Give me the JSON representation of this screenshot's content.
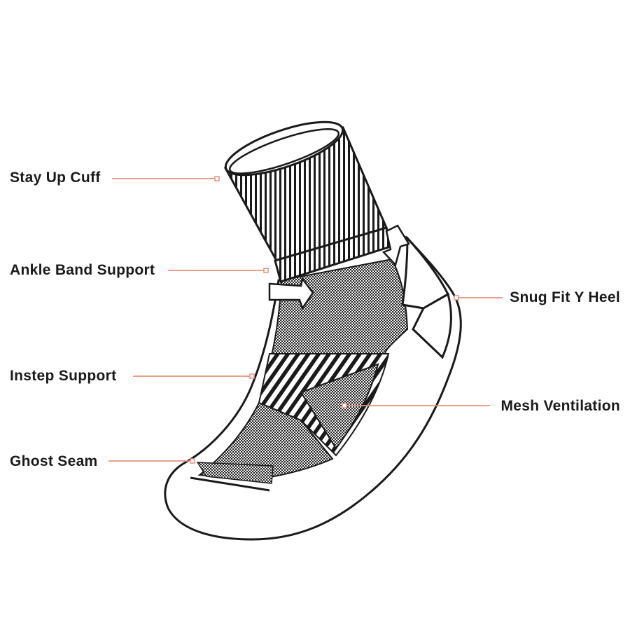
{
  "diagram": {
    "callouts": [
      {
        "id": "stay-up-cuff",
        "label": "Stay Up Cuff"
      },
      {
        "id": "ankle-band-support",
        "label": "Ankle Band Support"
      },
      {
        "id": "instep-support",
        "label": "Instep Support"
      },
      {
        "id": "ghost-seam",
        "label": "Ghost Seam"
      },
      {
        "id": "snug-fit-y-heel",
        "label": "Snug Fit Y Heel"
      },
      {
        "id": "mesh-ventilation",
        "label": "Mesh Ventilation"
      }
    ],
    "colors": {
      "accent": "#e8907a",
      "ink": "#1a1a1a",
      "background": "#ffffff"
    }
  }
}
